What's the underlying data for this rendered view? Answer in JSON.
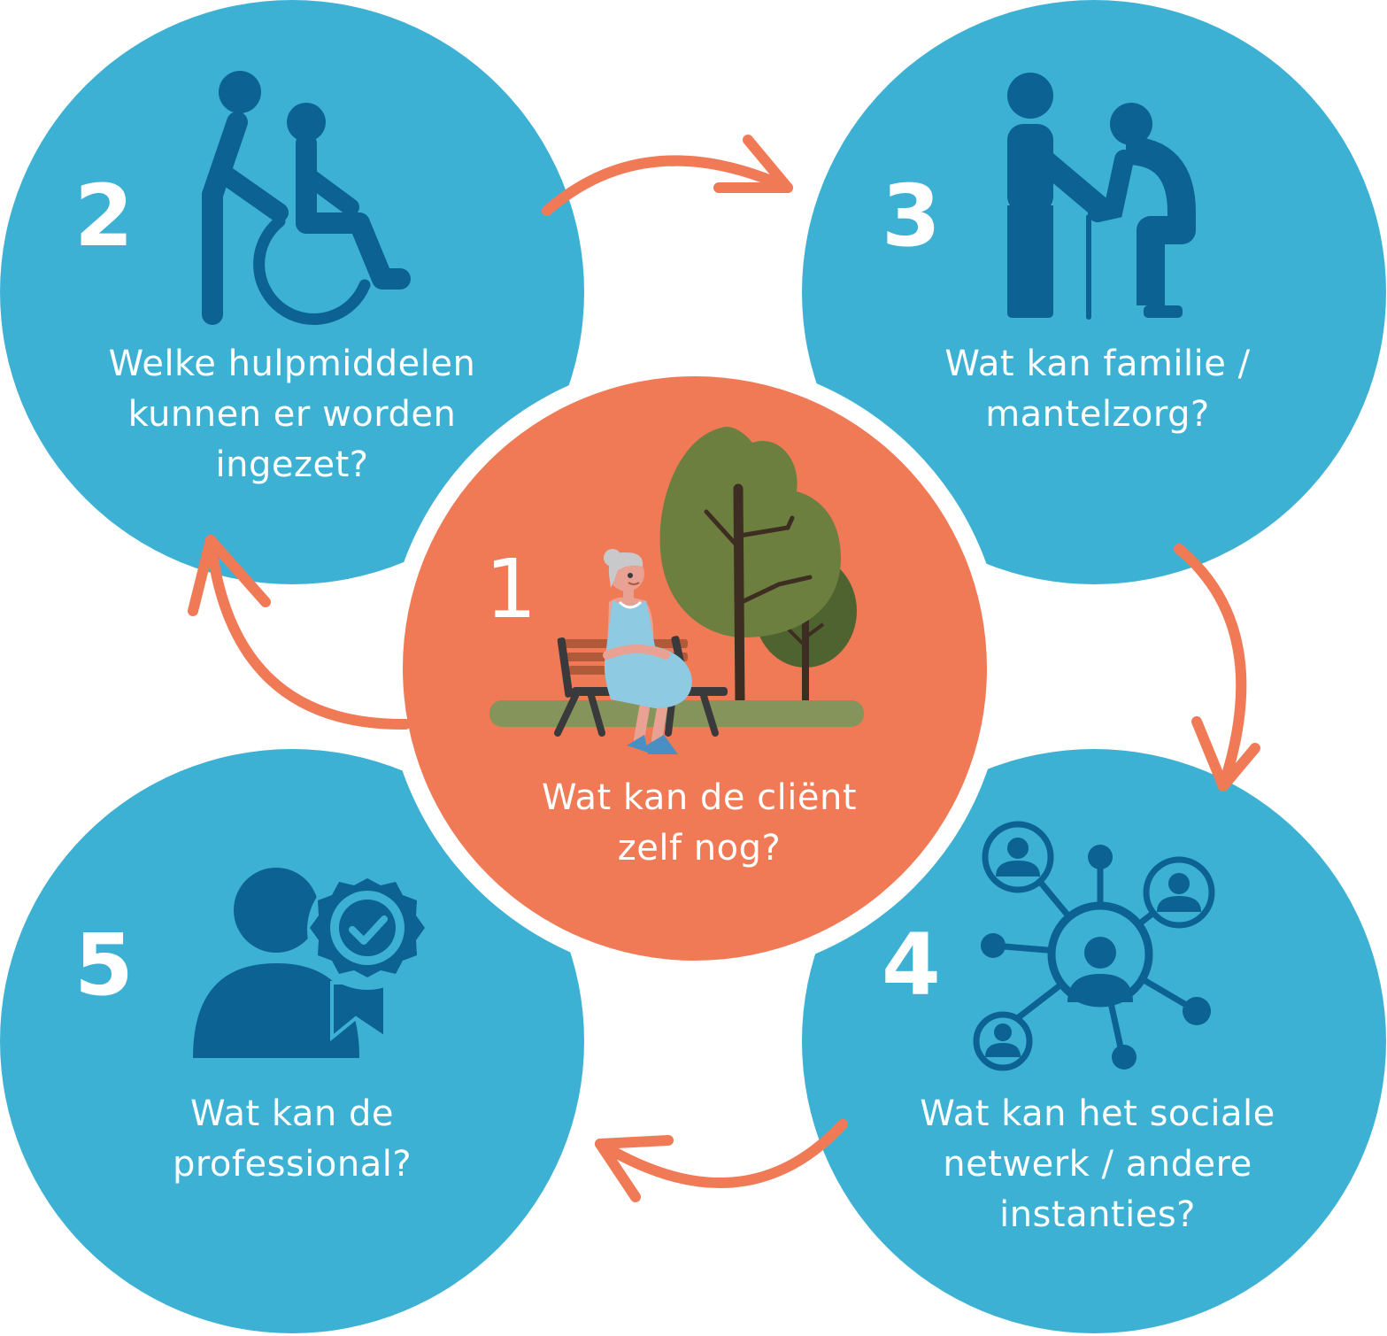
{
  "colors": {
    "blue": "#3DB1D3",
    "dark_blue": "#0B6293",
    "orange": "#F07A56",
    "tree_dark": "#4F6330",
    "tree_light": "#6C7F3F",
    "grass": "#84945A"
  },
  "steps": [
    {
      "number": "1",
      "text_lines": [
        "Wat kan de cliënt",
        "zelf nog?"
      ],
      "icon": "elderly-woman-on-bench-illustration"
    },
    {
      "number": "2",
      "text_lines": [
        "Welke hulpmiddelen",
        "kunnen er worden",
        "ingezet?"
      ],
      "icon": "wheelchair-caregiver-icon"
    },
    {
      "number": "3",
      "text_lines": [
        "Wat kan familie /",
        "mantelzorg?"
      ],
      "icon": "helping-elderly-icon"
    },
    {
      "number": "4",
      "text_lines": [
        "Wat kan het sociale",
        "netwerk / andere",
        "instanties?"
      ],
      "icon": "social-network-icon"
    },
    {
      "number": "5",
      "text_lines": [
        "Wat kan de",
        "professional?"
      ],
      "icon": "professional-badge-icon"
    }
  ],
  "flow": [
    "2 → 3",
    "3 → 4",
    "4 → 5",
    "1 → 2"
  ]
}
